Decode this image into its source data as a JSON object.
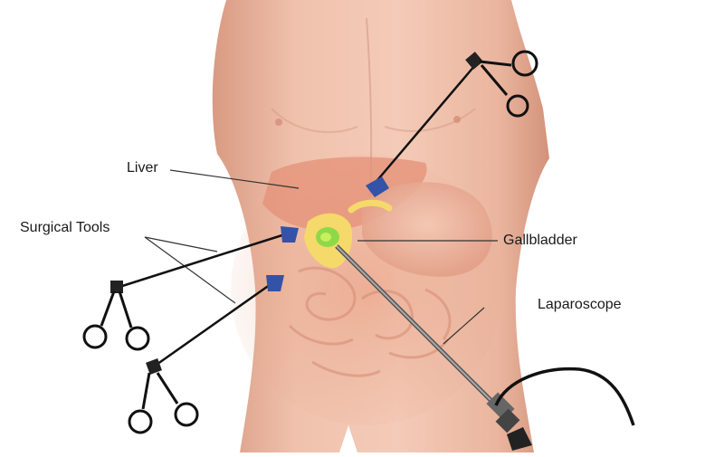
{
  "labels": {
    "liver": "Liver",
    "surgical_tools": "Surgical Tools",
    "gallbladder": "Gallbladder",
    "laparoscope": "Laparoscope"
  }
}
